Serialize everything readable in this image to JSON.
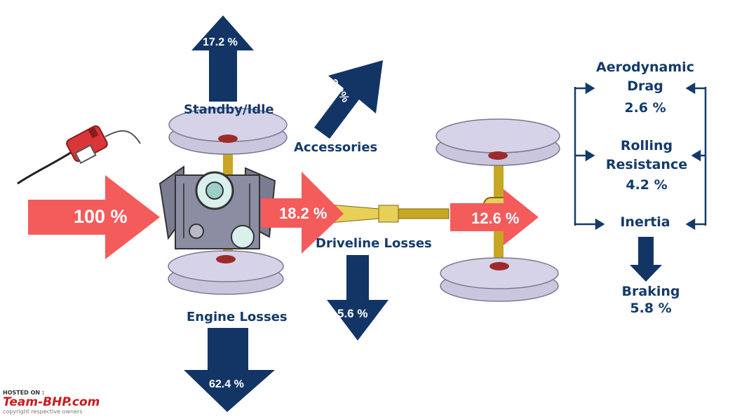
{
  "inputs": {
    "fuel_percent": "100 %"
  },
  "engine": {
    "standby_label": "Standby/Idle",
    "standby_percent": "17.2 %",
    "engine_losses_label": "Engine Losses",
    "engine_losses_percent": "62.4 %",
    "output_percent": "18.2 %"
  },
  "accessories": {
    "label": "Accessories",
    "percent": "2.2%"
  },
  "driveline": {
    "label": "Driveline Losses",
    "loss_percent": "5.6 %",
    "output_percent": "12.6 %"
  },
  "wheel_losses": {
    "aero_line1": "Aerodynamic",
    "aero_line2": "Drag",
    "aero_percent": "2.6 %",
    "rolling_line1": "Rolling",
    "rolling_line2": "Resistance",
    "rolling_percent": "4.2 %",
    "inertia_label": "Inertia",
    "braking_label": "Braking",
    "braking_percent": "5.8 %"
  },
  "watermark": {
    "hosted_on": "HOSTED ON :",
    "brand": "Team-BHP.com",
    "copyright": "copyright respective owners"
  },
  "colors": {
    "arrow_red": "#f45b5b",
    "arrow_navy": "#123566",
    "text_navy": "#143a6b",
    "wheel": "#c9c6de",
    "axle": "#c7a623"
  },
  "icons": [
    "fuel-nozzle-icon",
    "engine-icon"
  ]
}
